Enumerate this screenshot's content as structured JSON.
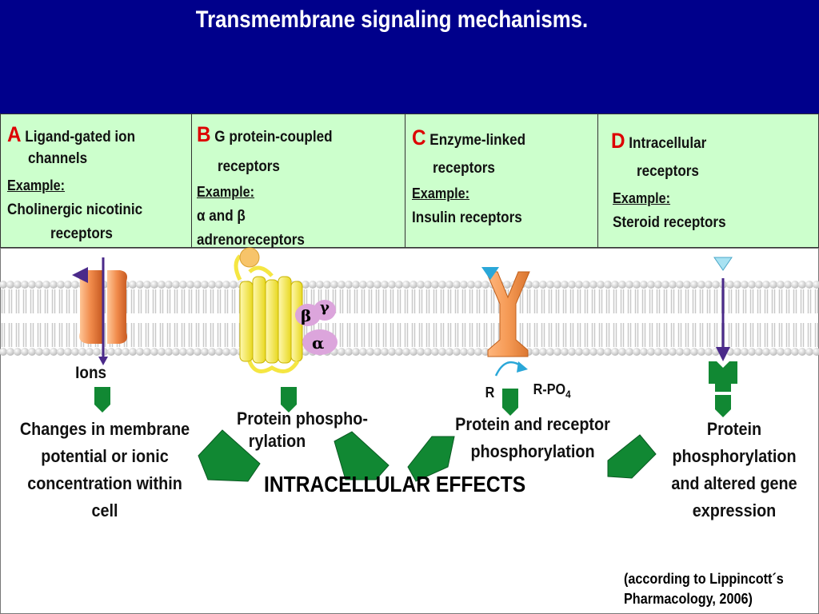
{
  "title": "Transmembrane signaling mechanisms.",
  "panels": {
    "a": {
      "letter": "A",
      "name1": "Ligand-gated ion",
      "name2": "channels",
      "example": "Example:",
      "ex1": "Cholinergic nicotinic",
      "ex2": "receptors"
    },
    "b": {
      "letter": "B",
      "name1": "G protein-coupled",
      "name2": "receptors",
      "example": "Example:",
      "alpha": "α",
      "and": " and ",
      "beta": "β",
      "ex2": "adrenoreceptors"
    },
    "c": {
      "letter": "C",
      "name1": "Enzyme-linked",
      "name2": "receptors",
      "example": "Example:",
      "ex1": "Insulin receptors"
    },
    "d": {
      "letter": "D",
      "name1": "Intracellular",
      "name2": "receptors",
      "example": "Example:",
      "ex1": "Steroid receptors"
    }
  },
  "diagram": {
    "ions": "Ions",
    "subunit_beta": "β",
    "subunit_gamma": "γ",
    "subunit_alpha": "α",
    "r": "R",
    "rpo4": "R-PO",
    "rpo4_sub": "4",
    "effect_a": [
      "Changes in membrane",
      "potential or ionic",
      "concentration within",
      "cell"
    ],
    "effect_b": [
      "Protein phospho-",
      "rylation"
    ],
    "effect_c": [
      "Protein and receptor",
      "phosphorylation"
    ],
    "effect_d": [
      "Protein",
      "phosphorylation",
      "and altered gene",
      "expression"
    ],
    "center": "INTRACELLULAR EFFECTS"
  },
  "citation": [
    "(according to Lippincott´s",
    "Pharmacology, 2006)"
  ],
  "colors": {
    "header": "#00008b",
    "panel": "#ccffcc",
    "letter": "#dd0000",
    "arrow": "#118833",
    "channel": "#ee8844",
    "gprotein": "#f5e642",
    "arrow_line": "#4b2a8a"
  }
}
